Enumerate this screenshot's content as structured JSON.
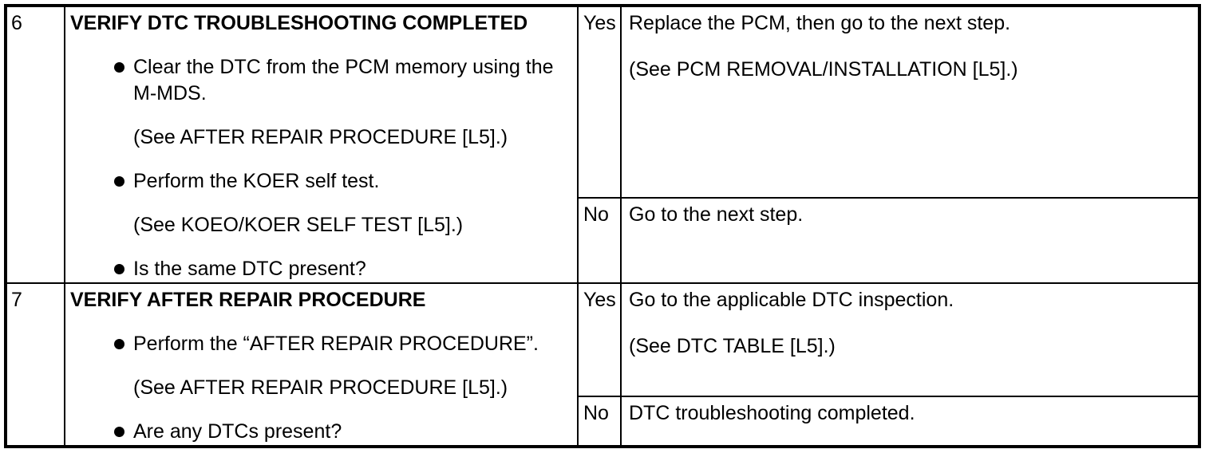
{
  "table": {
    "steps": [
      {
        "step": "6",
        "title": "VERIFY DTC TROUBLESHOOTING COMPLETED",
        "items": [
          {
            "type": "bullet",
            "text": "Clear the DTC from the PCM memory using the M-MDS."
          },
          {
            "type": "note",
            "text": "(See AFTER REPAIR PROCEDURE [L5].)"
          },
          {
            "type": "bullet",
            "text": "Perform the KOER self test."
          },
          {
            "type": "note",
            "text": "(See KOEO/KOER SELF TEST [L5].)"
          },
          {
            "type": "bullet",
            "text": "Is the same DTC present?"
          }
        ],
        "outcomes": [
          {
            "answer": "Yes",
            "lines": [
              "Replace the PCM, then go to the next step.",
              "(See PCM REMOVAL/INSTALLATION [L5].)"
            ]
          },
          {
            "answer": "No",
            "lines": [
              "Go to the next step."
            ]
          }
        ]
      },
      {
        "step": "7",
        "title": "VERIFY AFTER REPAIR PROCEDURE",
        "items": [
          {
            "type": "bullet",
            "text": "Perform the “AFTER REPAIR PROCEDURE”."
          },
          {
            "type": "note",
            "text": "(See AFTER REPAIR PROCEDURE [L5].)"
          },
          {
            "type": "bullet",
            "text": "Are any DTCs present?"
          }
        ],
        "outcomes": [
          {
            "answer": "Yes",
            "lines": [
              "Go to the applicable DTC inspection.",
              "(See DTC TABLE [L5].)"
            ]
          },
          {
            "answer": "No",
            "lines": [
              "DTC troubleshooting completed."
            ]
          }
        ]
      }
    ]
  }
}
